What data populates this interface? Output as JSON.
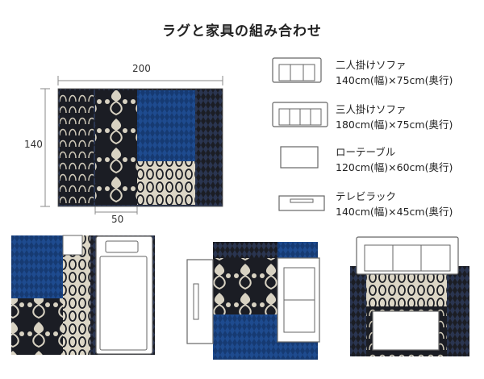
{
  "title": "ラグと家具の組み合わせ",
  "rug": {
    "width_label": "200",
    "depth_label": "140",
    "inner_label": "50"
  },
  "legend": [
    {
      "icon": "two-seat-sofa-icon",
      "name": "二人掛けソファ",
      "size": "140cm(幅)×75cm(奥行)"
    },
    {
      "icon": "three-seat-sofa-icon",
      "name": "三人掛けソファ",
      "size": "180cm(幅)×75cm(奥行)"
    },
    {
      "icon": "low-table-icon",
      "name": "ローテーブル",
      "size": "120cm(幅)×60cm(奥行)"
    },
    {
      "icon": "tv-rack-icon",
      "name": "テレビラック",
      "size": "140cm(幅)×45cm(奥行)"
    }
  ],
  "colors": {
    "navy": "#1f2a44",
    "blue": "#1e4b8f",
    "cream": "#dcd6c6",
    "dark": "#1b1d24"
  }
}
